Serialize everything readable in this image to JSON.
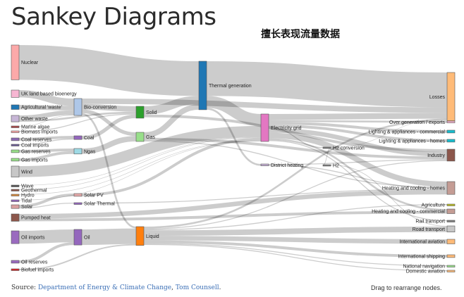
{
  "header": {
    "title": "Sankey Diagrams",
    "subtitle": "擅长表现流量数据"
  },
  "footer": {
    "source_label": "Source: ",
    "link_1": "Department of Energy & Climate Change",
    "separator": ", ",
    "link_2": "Tom Counsell",
    "end": ".",
    "hint": "Drag to rearrange nodes."
  },
  "colors": {
    "link": "#000000",
    "link_opacity": 0.2,
    "link_text": "#3b6fb6"
  },
  "diagram": {
    "nodes": [
      {
        "id": "nuclear",
        "label": "Nuclear",
        "color": "#fca9a9"
      },
      {
        "id": "uk-bio",
        "label": "UK land based bioenergy",
        "color": "#f7b6d2"
      },
      {
        "id": "agri-waste",
        "label": "Agricultural 'waste'",
        "color": "#1f77b4"
      },
      {
        "id": "other-waste",
        "label": "Other waste",
        "color": "#c7b6d6"
      },
      {
        "id": "marine-algae",
        "label": "Marine algae",
        "color": "#ad494a"
      },
      {
        "id": "biomass-imports",
        "label": "Biomass imports",
        "color": "#f5a3a3"
      },
      {
        "id": "coal-reserves",
        "label": "Coal reserves",
        "color": "#8c6ab4"
      },
      {
        "id": "coal-imports",
        "label": "Coal imports",
        "color": "#6b5b95"
      },
      {
        "id": "gas-reserves",
        "label": "Gas reserves",
        "color": "#98df8a"
      },
      {
        "id": "gas-imports",
        "label": "Gas imports",
        "color": "#98df8a"
      },
      {
        "id": "wind",
        "label": "Wind",
        "color": "#c7c7c7"
      },
      {
        "id": "wave",
        "label": "Wave",
        "color": "#555555"
      },
      {
        "id": "geothermal",
        "label": "Geothermal",
        "color": "#8c564b"
      },
      {
        "id": "hydro",
        "label": "Hydro",
        "color": "#d98a3b"
      },
      {
        "id": "tidal",
        "label": "Tidal",
        "color": "#9467bd"
      },
      {
        "id": "solar",
        "label": "Solar",
        "color": "#d9a0a0"
      },
      {
        "id": "pumped-heat",
        "label": "Pumped heat",
        "color": "#8c564b"
      },
      {
        "id": "oil-imports",
        "label": "Oil imports",
        "color": "#9a6bbf"
      },
      {
        "id": "oil-reserves",
        "label": "Oil reserves",
        "color": "#9a6bbf"
      },
      {
        "id": "biofuel-imports",
        "label": "Biofuel imports",
        "color": "#d62728"
      },
      {
        "id": "bio-conversion",
        "label": "Bio-conversion",
        "color": "#aec7e8"
      },
      {
        "id": "coal",
        "label": "Coal",
        "color": "#9467bd"
      },
      {
        "id": "ngas",
        "label": "Ngas",
        "color": "#9edae5"
      },
      {
        "id": "solar-pv",
        "label": "Solar PV",
        "color": "#e5a9a9"
      },
      {
        "id": "solar-thermal",
        "label": "Solar Thermal",
        "color": "#9467bd"
      },
      {
        "id": "oil",
        "label": "Oil",
        "color": "#9467bd"
      },
      {
        "id": "solid",
        "label": "Solid",
        "color": "#2ca02c"
      },
      {
        "id": "gas",
        "label": "Gas",
        "color": "#98df8a"
      },
      {
        "id": "liquid",
        "label": "Liquid",
        "color": "#ff7f0e"
      },
      {
        "id": "thermal-generation",
        "label": "Thermal generation",
        "color": "#1f77b4"
      },
      {
        "id": "electricity-grid",
        "label": "Electricity grid",
        "color": "#e377c2"
      },
      {
        "id": "district-heating",
        "label": "District heating",
        "color": "#c5b0d5"
      },
      {
        "id": "h2-conversion",
        "label": "H2 conversion",
        "color": "#7f7f7f"
      },
      {
        "id": "h2",
        "label": "H2",
        "color": "#7f7f7f"
      },
      {
        "id": "losses",
        "label": "Losses",
        "color": "#ffbb78"
      },
      {
        "id": "over-gen",
        "label": "Over generation / exports",
        "color": "#f7b6d2"
      },
      {
        "id": "light-comm",
        "label": "Lighting & appliances - commercial",
        "color": "#17becf"
      },
      {
        "id": "light-homes",
        "label": "Lighting & appliances - homes",
        "color": "#17becf"
      },
      {
        "id": "industry",
        "label": "Industry",
        "color": "#8c564b"
      },
      {
        "id": "heat-homes",
        "label": "Heating and cooling - homes",
        "color": "#c49c94"
      },
      {
        "id": "agriculture",
        "label": "Agriculture",
        "color": "#bcbd22"
      },
      {
        "id": "heat-comm",
        "label": "Heating and cooling - commercial",
        "color": "#c49c94"
      },
      {
        "id": "rail",
        "label": "Rail transport",
        "color": "#7f7f7f"
      },
      {
        "id": "road",
        "label": "Road transport",
        "color": "#c7c7c7"
      },
      {
        "id": "intl-aviation",
        "label": "International aviation",
        "color": "#ffbb78"
      },
      {
        "id": "intl-shipping",
        "label": "International shipping",
        "color": "#ffbb78"
      },
      {
        "id": "national-nav",
        "label": "National navigation",
        "color": "#98df8a"
      },
      {
        "id": "domestic-aviation",
        "label": "Domestic aviation",
        "color": "#ffbb78"
      }
    ],
    "links": [
      {
        "source": "nuclear",
        "target": "thermal-generation",
        "value": 38
      },
      {
        "source": "uk-bio",
        "target": "bio-conversion",
        "value": 8
      },
      {
        "source": "agri-waste",
        "target": "bio-conversion",
        "value": 5
      },
      {
        "source": "other-waste",
        "target": "bio-conversion",
        "value": 5
      },
      {
        "source": "other-waste",
        "target": "solid",
        "value": 2
      },
      {
        "source": "marine-algae",
        "target": "bio-conversion",
        "value": 0.5
      },
      {
        "source": "biomass-imports",
        "target": "solid",
        "value": 1
      },
      {
        "source": "coal-reserves",
        "target": "coal",
        "value": 3
      },
      {
        "source": "coal-imports",
        "target": "coal",
        "value": 1
      },
      {
        "source": "gas-reserves",
        "target": "ngas",
        "value": 3
      },
      {
        "source": "gas-imports",
        "target": "ngas",
        "value": 3
      },
      {
        "source": "wind",
        "target": "electricity-grid",
        "value": 12
      },
      {
        "source": "wave",
        "target": "electricity-grid",
        "value": 0.5
      },
      {
        "source": "geothermal",
        "target": "electricity-grid",
        "value": 0.5
      },
      {
        "source": "hydro",
        "target": "electricity-grid",
        "value": 0.5
      },
      {
        "source": "tidal",
        "target": "electricity-grid",
        "value": 0.5
      },
      {
        "source": "solar",
        "target": "solar-pv",
        "value": 3
      },
      {
        "source": "solar",
        "target": "solar-thermal",
        "value": 1
      },
      {
        "source": "pumped-heat",
        "target": "heat-homes",
        "value": 5
      },
      {
        "source": "pumped-heat",
        "target": "heat-comm",
        "value": 3
      },
      {
        "source": "oil-imports",
        "target": "oil",
        "value": 14
      },
      {
        "source": "oil-reserves",
        "target": "oil",
        "value": 3
      },
      {
        "source": "biofuel-imports",
        "target": "liquid",
        "value": 1.5
      },
      {
        "source": "bio-conversion",
        "target": "solid",
        "value": 6
      },
      {
        "source": "bio-conversion",
        "target": "gas",
        "value": 4
      },
      {
        "source": "bio-conversion",
        "target": "liquid",
        "value": 2
      },
      {
        "source": "bio-conversion",
        "target": "losses",
        "value": 6
      },
      {
        "source": "coal",
        "target": "solid",
        "value": 4
      },
      {
        "source": "ngas",
        "target": "gas",
        "value": 6
      },
      {
        "source": "solar-pv",
        "target": "electricity-grid",
        "value": 3
      },
      {
        "source": "solar-thermal",
        "target": "heat-homes",
        "value": 1
      },
      {
        "source": "oil",
        "target": "liquid",
        "value": 17
      },
      {
        "source": "solid",
        "target": "thermal-generation",
        "value": 9
      },
      {
        "source": "solid",
        "target": "industry",
        "value": 3
      },
      {
        "source": "gas",
        "target": "thermal-generation",
        "value": 6
      },
      {
        "source": "gas",
        "target": "industry",
        "value": 3
      },
      {
        "source": "gas",
        "target": "heat-homes",
        "value": 1
      },
      {
        "source": "liquid",
        "target": "industry",
        "value": 1
      },
      {
        "source": "liquid",
        "target": "road",
        "value": 6
      },
      {
        "source": "liquid",
        "target": "intl-aviation",
        "value": 5
      },
      {
        "source": "liquid",
        "target": "intl-shipping",
        "value": 3
      },
      {
        "source": "liquid",
        "target": "national-nav",
        "value": 1
      },
      {
        "source": "liquid",
        "target": "domestic-aviation",
        "value": 1
      },
      {
        "source": "liquid",
        "target": "agriculture",
        "value": 1
      },
      {
        "source": "liquid",
        "target": "losses",
        "value": 2
      },
      {
        "source": "thermal-generation",
        "target": "losses",
        "value": 38
      },
      {
        "source": "thermal-generation",
        "target": "electricity-grid",
        "value": 13
      },
      {
        "source": "thermal-generation",
        "target": "district-heating",
        "value": 2
      },
      {
        "source": "electricity-grid",
        "target": "over-gen",
        "value": 2
      },
      {
        "source": "electricity-grid",
        "target": "light-comm",
        "value": 3
      },
      {
        "source": "electricity-grid",
        "target": "light-homes",
        "value": 3
      },
      {
        "source": "electricity-grid",
        "target": "industry",
        "value": 5
      },
      {
        "source": "electricity-grid",
        "target": "heat-homes",
        "value": 6
      },
      {
        "source": "electricity-grid",
        "target": "heat-comm",
        "value": 2
      },
      {
        "source": "electricity-grid",
        "target": "rail",
        "value": 1
      },
      {
        "source": "electricity-grid",
        "target": "h2-conversion",
        "value": 1
      },
      {
        "source": "electricity-grid",
        "target": "losses",
        "value": 6.5
      },
      {
        "source": "district-heating",
        "target": "heat-homes",
        "value": 1
      },
      {
        "source": "district-heating",
        "target": "industry",
        "value": 1
      },
      {
        "source": "h2-conversion",
        "target": "h2",
        "value": 0.7
      },
      {
        "source": "h2-conversion",
        "target": "losses",
        "value": 0.3
      },
      {
        "source": "h2",
        "target": "road",
        "value": 0.7
      }
    ]
  }
}
